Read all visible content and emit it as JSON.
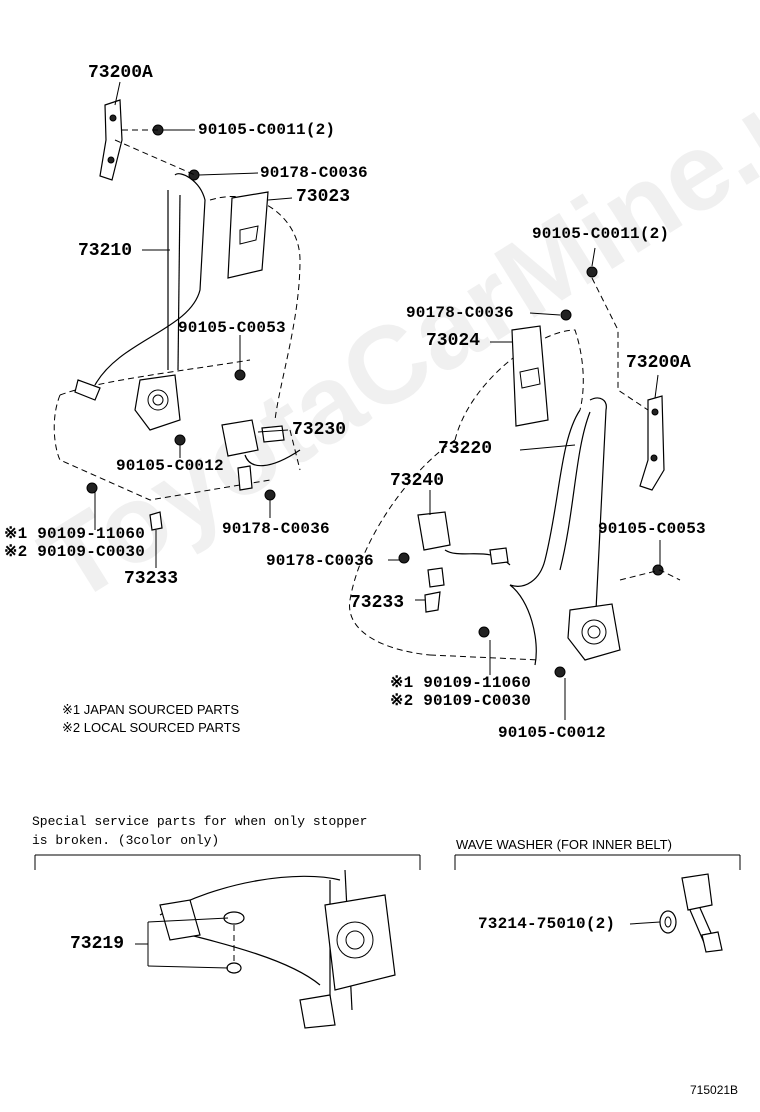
{
  "watermark": "ToyotaCarMine.ru",
  "labels": {
    "p73200A_left": "73200A",
    "p90105_C0011_left": "90105-C0011(2)",
    "p90178_C0036_top_left": "90178-C0036",
    "p73023": "73023",
    "p73210": "73210",
    "p90105_C0053_left": "90105-C0053",
    "p73230": "73230",
    "p90105_C0012_left": "90105-C0012",
    "p90109_11060_left": "※1 90109-11060",
    "p90109_C0030_left": "※2 90109-C0030",
    "p90178_C0036_bottom_left": "90178-C0036",
    "p73233_left": "73233",
    "p90105_C0011_right": "90105-C0011(2)",
    "p90178_C0036_top_right": "90178-C0036",
    "p73024": "73024",
    "p73200A_right": "73200A",
    "p73220": "73220",
    "p73240": "73240",
    "p90105_C0053_right": "90105-C0053",
    "p90178_C0036_mid_right": "90178-C0036",
    "p73233_right": "73233",
    "p90109_11060_right": "※1 90109-11060",
    "p90109_C0030_right": "※2 90109-C0030",
    "p90105_C0012_right": "90105-C0012"
  },
  "notes": {
    "japan": "※1 JAPAN SOURCED PARTS",
    "local": "※2 LOCAL SOURCED PARTS"
  },
  "special_service": {
    "line1": "Special service parts for when only stopper",
    "line2": " is broken. (3color only)",
    "part": "73219"
  },
  "wave_washer": {
    "title": "WAVE WASHER (FOR INNER BELT)",
    "part": "73214-75010(2)"
  },
  "figure_id": "715021B"
}
